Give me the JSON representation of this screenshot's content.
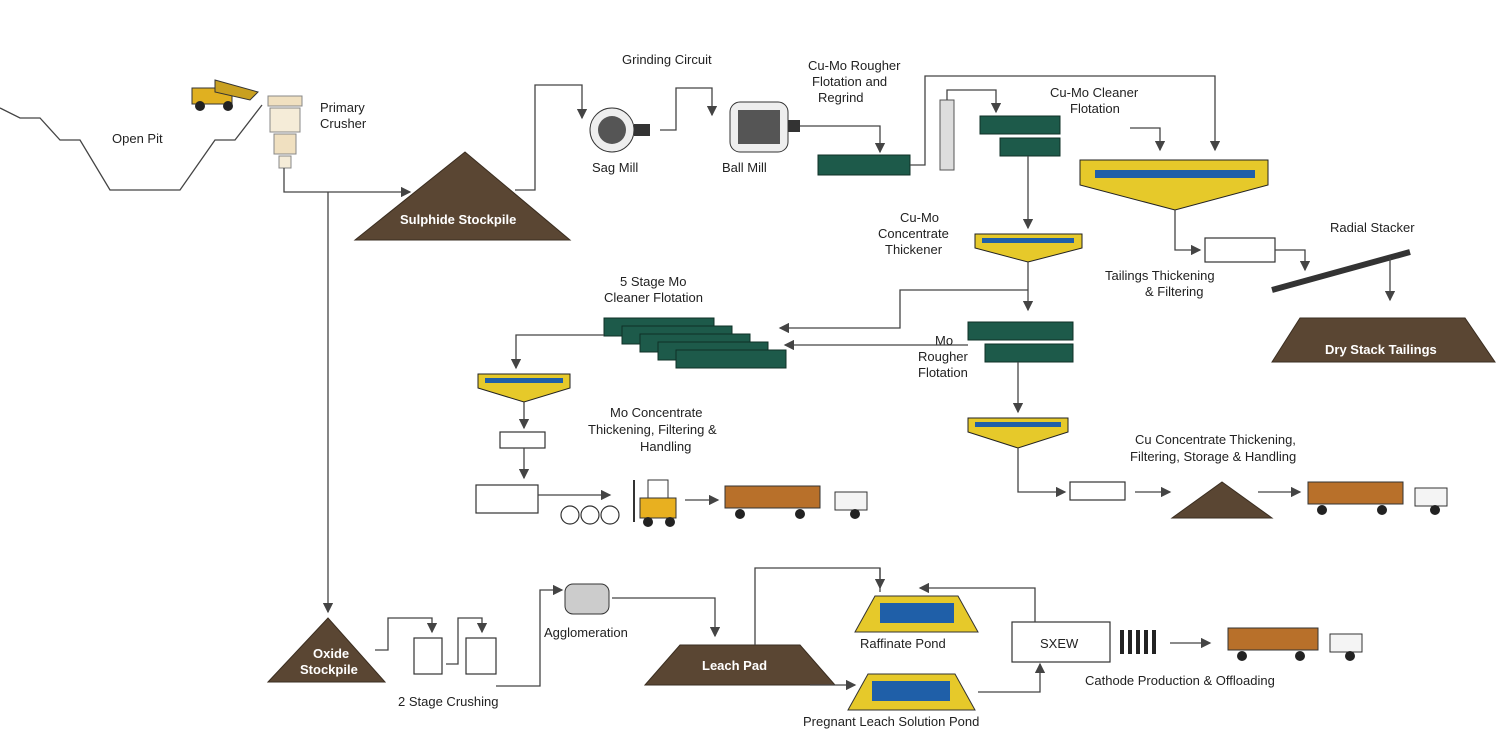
{
  "diagram": {
    "title": "Copper-Molybdenum Ore Processing Flowsheet",
    "labels": {
      "open_pit": "Open Pit",
      "primary_crusher": [
        "Primary",
        "Crusher"
      ],
      "sulphide_stockpile": "Sulphide Stockpile",
      "grinding_circuit": "Grinding Circuit",
      "sag_mill": "Sag Mill",
      "ball_mill": "Ball Mill",
      "cumo_rougher": [
        "Cu-Mo Rougher",
        "Flotation and",
        "Regrind"
      ],
      "cumo_cleaner": [
        "Cu-Mo Cleaner",
        "Flotation"
      ],
      "cumo_concentrate_thickener": [
        "Cu-Mo",
        "Concentrate",
        "Thickener"
      ],
      "tailings_thickening": [
        "Tailings Thickening",
        "& Filtering"
      ],
      "radial_stacker": "Radial Stacker",
      "dry_stack_tailings": "Dry Stack Tailings",
      "mo_cleaner": [
        "5 Stage Mo",
        "Cleaner Flotation"
      ],
      "mo_rougher": [
        "Mo",
        "Rougher",
        "Flotation"
      ],
      "mo_concentrate": [
        "Mo Concentrate",
        "Thickening, Filtering &",
        "Handling"
      ],
      "cu_concentrate": [
        "Cu Concentrate Thickening,",
        "Filtering, Storage & Handling"
      ],
      "oxide_stockpile": [
        "Oxide",
        "Stockpile"
      ],
      "two_stage_crushing": "2 Stage Crushing",
      "agglomeration": "Agglomeration",
      "leach_pad": "Leach Pad",
      "raffinate_pond": "Raffinate Pond",
      "sxew": "SXEW",
      "pls_pond": "Pregnant Leach Solution Pond",
      "cathode": "Cathode Production & Offloading"
    },
    "colors": {
      "stockpile": "#5a4633",
      "flotation_cell": "#1d5a4a",
      "thickener_slurry": "#e6c92a",
      "water": "#1f5fa8",
      "line": "#444444"
    }
  }
}
